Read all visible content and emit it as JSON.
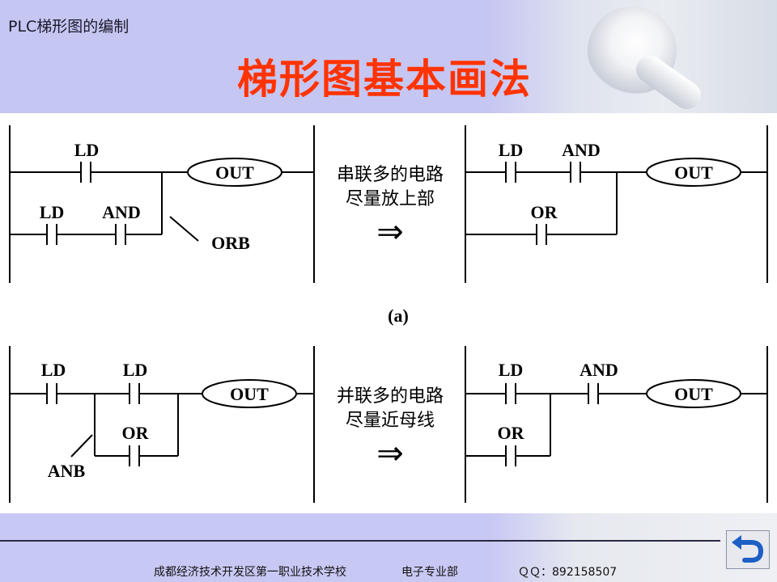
{
  "header": {
    "deck_title": "PLC梯形图的编制",
    "main_title": "梯形图基本画法",
    "title_color": "#ff3300"
  },
  "diagram_a": {
    "left": {
      "contact1": "LD",
      "contact2": "LD",
      "contact3": "AND",
      "coil": "OUT",
      "note": "ORB"
    },
    "rule": [
      "串联多的电路",
      "尽量放上部"
    ],
    "arrow": "⇒",
    "right": {
      "contact1": "LD",
      "contact2": "AND",
      "contact3": "OR",
      "coil": "OUT"
    },
    "caption": "(a)"
  },
  "diagram_b": {
    "left": {
      "contact1": "LD",
      "contact2": "LD",
      "contact3": "OR",
      "coil": "OUT",
      "note": "ANB"
    },
    "rule": [
      "并联多的电路",
      "尽量近母线"
    ],
    "arrow": "⇒",
    "right": {
      "contact1": "LD",
      "contact2": "OR",
      "contact3": "AND",
      "coil": "OUT"
    }
  },
  "footer": {
    "school": "成都经济技术开发区第一职业技术学校",
    "dept": "电子专业部",
    "qq": "ＱＱ：892158507"
  },
  "nav": {
    "return_icon": "return-arrow-icon"
  }
}
